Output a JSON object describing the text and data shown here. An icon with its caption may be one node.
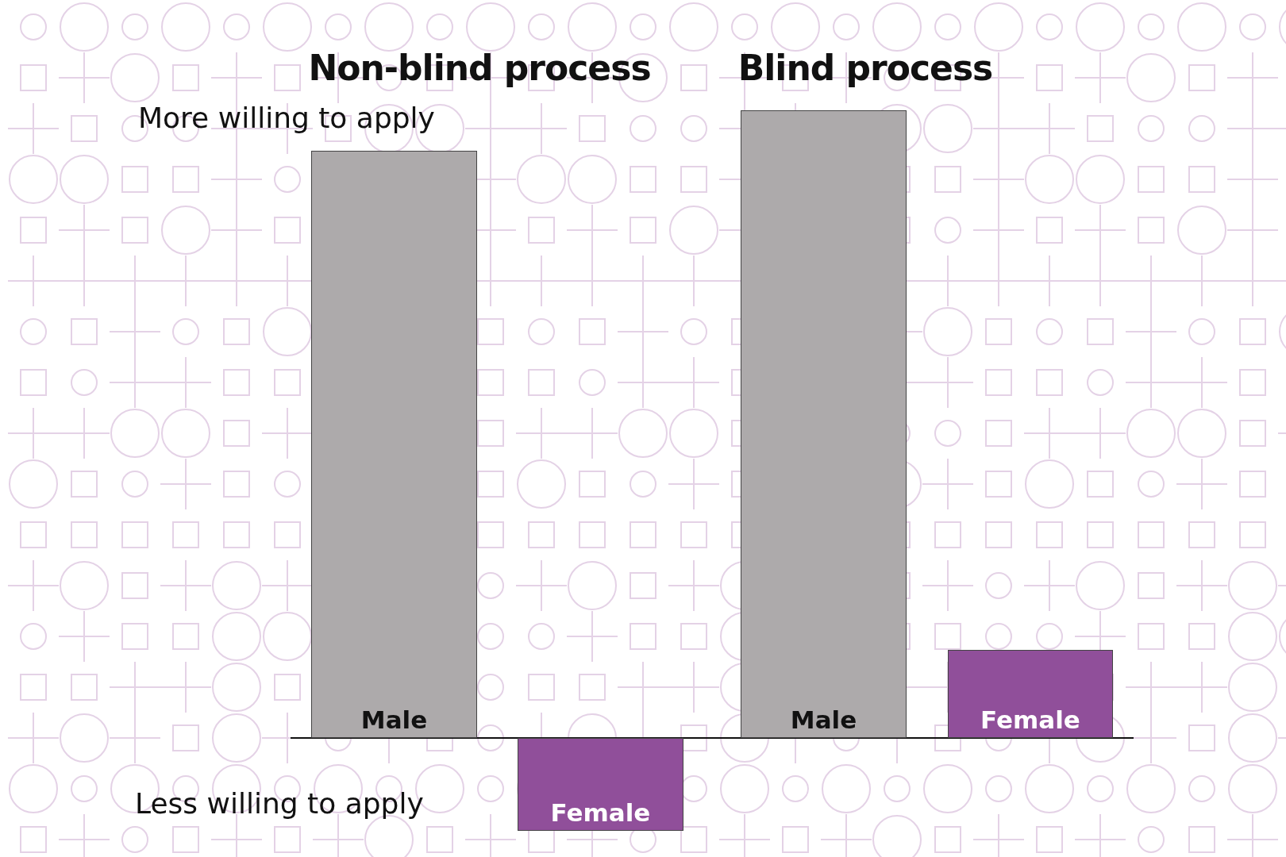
{
  "diagram": {
    "nodes": [
      {
        "text": [
          "Male"
        ]
      },
      {
        "text": [
          "Female"
        ]
      },
      {
        "text": [
          "Male"
        ]
      },
      {
        "text": [
          "Female"
        ]
      }
    ],
    "labels": [
      "Non-blind process",
      "Blind process",
      "More willing to apply",
      "Less willing to apply"
    ]
  }
}
